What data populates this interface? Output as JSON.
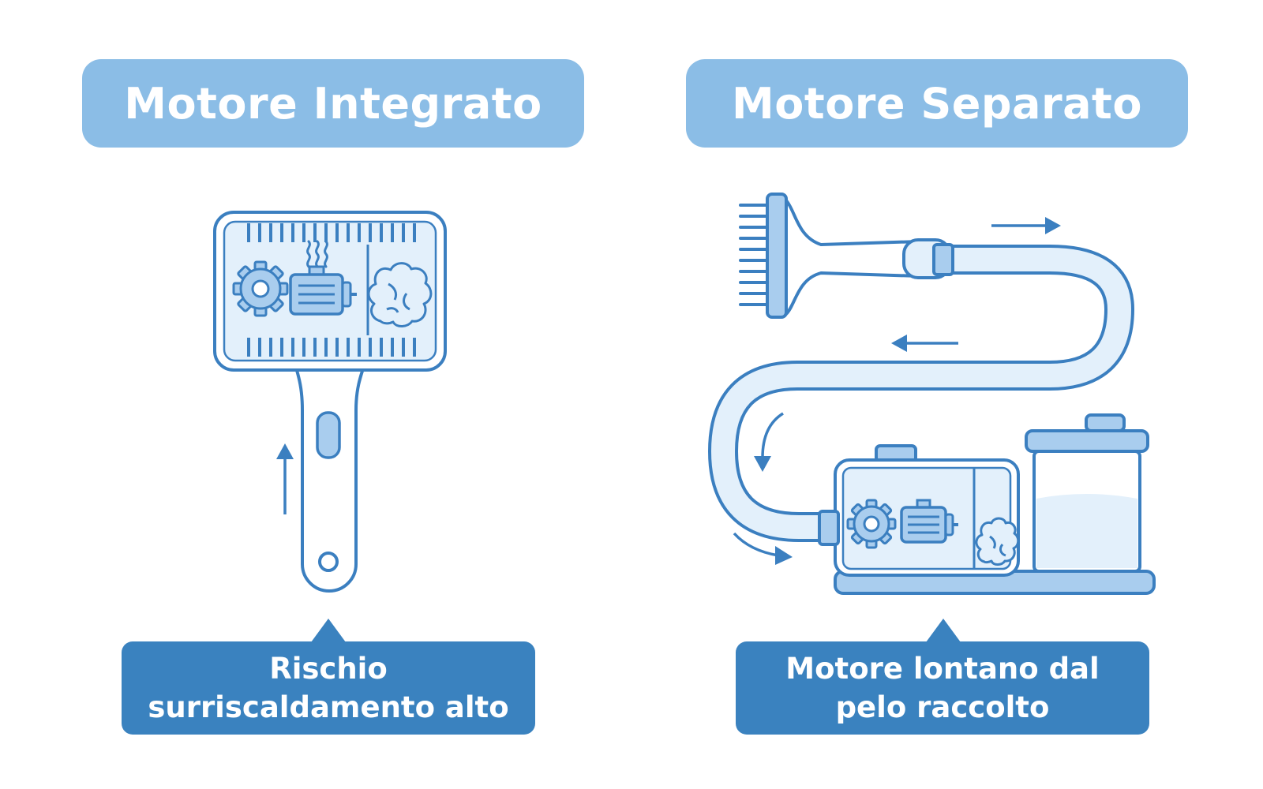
{
  "panels": {
    "left": {
      "title": "Motore Integrato",
      "caption_line1": "Rischio",
      "caption_line2": "surriscaldamento alto"
    },
    "right": {
      "title": "Motore Separato",
      "caption_line1": "Motore lontano dal",
      "caption_line2": "pelo raccolto"
    }
  },
  "colors": {
    "banner": "#8bbde6",
    "caption": "#3a82bf",
    "stroke": "#3b7fc0",
    "fill_light": "#e3f0fb",
    "fill_mid": "#a9cdee"
  },
  "icons": [
    "gear-icon",
    "motor-icon",
    "hair-clump-icon",
    "heat-waves-icon",
    "flow-arrow-icon",
    "container-icon"
  ]
}
